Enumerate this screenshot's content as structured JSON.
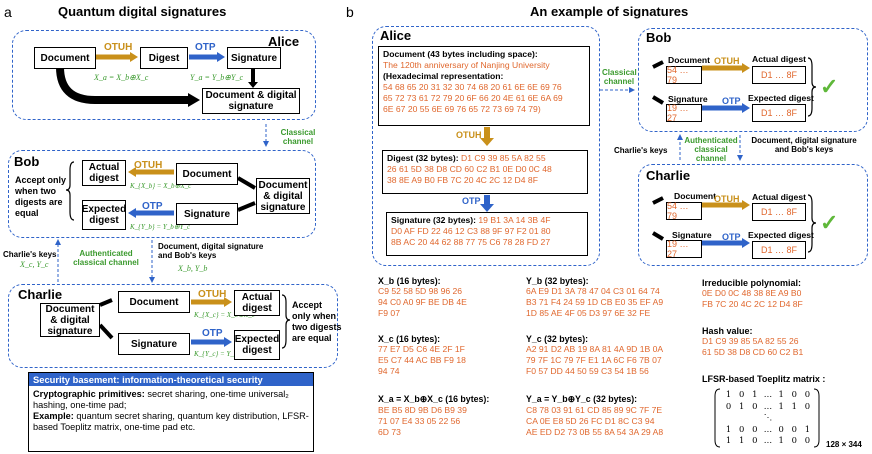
{
  "panel_a": {
    "letter": "a",
    "title": "Quantum digital signatures",
    "alice": {
      "name": "Alice",
      "document": "Document",
      "digest": "Digest",
      "signature": "Signature",
      "doc_sig": "Document & digital signature",
      "otuh": "OTUH",
      "otp": "OTP",
      "eq1": "X_a = X_b⊕X_c",
      "eq2": "Y_a = Y_b⊕Y_c"
    },
    "classical_channel": "Classical channel",
    "bob": {
      "name": "Bob",
      "accept": "Accept only when two digests are equal",
      "actual_digest": "Actual digest",
      "expected_digest": "Expected digest",
      "document": "Document",
      "doc_sig": "Document & digital signature",
      "signature": "Signature",
      "otuh": "OTUH",
      "otp": "OTP",
      "eq1": "K_{X_b} = X_b⊕X_c",
      "eq2": "K_{Y_b} = Y_b⊕Y_c"
    },
    "charlies_keys": "Charlie's keys",
    "charlies_keys_vars": "X_c, Y_c",
    "auth_channel": "Authenticated classical channel",
    "doc_keys": "Document, digital signature and Bob's keys",
    "doc_keys_vars": "X_b, Y_b",
    "charlie": {
      "name": "Charlie",
      "doc_sig": "Document & digital signature",
      "document": "Document",
      "signature": "Signature",
      "actual_digest": "Actual digest",
      "expected_digest": "Expected digest",
      "accept": "Accept only when two digests are equal",
      "otuh": "OTUH",
      "otp": "OTP",
      "eq1": "K_{X_c} = X_b⊕X_c",
      "eq2": "K_{Y_c} = Y_b⊕Y_c"
    },
    "security": {
      "header": "Security basement: information-theoretical security",
      "crypto_label": "Cryptographic primitives:",
      "crypto_text": "secret sharing, one-time universal₂ hashing, one-time pad;",
      "example_label": "Example:",
      "example_text": "quantum secret sharing, quantum key distribution, LFSR-based Toeplitz matrix, one-time pad etc."
    }
  },
  "panel_b": {
    "letter": "b",
    "title": "An example of signatures",
    "alice": {
      "name": "Alice",
      "doc_label": "Document (43 bytes including space):",
      "doc_text": "The 120th anniversary of Nanjing University",
      "hex_label": "(Hexadecimal representation:",
      "hex_lines": [
        "54 68 65 20 31 32 30 74 68 20 61 6E 6E 69 76",
        "65 72 73 61 72 79 20 6F 66 20 4E 61 6E 6A 69",
        "6E 67 20 55 6E 69 76 65 72 73 69 74 79)"
      ],
      "otuh": "OTUH",
      "digest_label": "Digest (32 bytes):",
      "digest_lines": [
        "D1 C9 39 85 5A 82 55",
        "26 61 5D 38 D8 CD 60 C2 B1 0E D0 0C 48",
        "38 8E A9 B0 FB 7C 20 4C 2C 12 D4 8F"
      ],
      "otp": "OTP",
      "sig_label": "Signature (32 bytes):",
      "sig_lines": [
        "19 B1 3A 14 3B 4F",
        "D0 AF FD 22 46 12 C3 88 9F 97 F2 01 80",
        "8B AC 20 44 62 88 77 75 C6 78 28 FD 27"
      ]
    },
    "classical_channel": "Classical channel",
    "bob": {
      "name": "Bob",
      "document": "Document",
      "doc_val": "54 … 79",
      "otuh": "OTUH",
      "actual_digest": "Actual digest",
      "actual_val": "D1 … 8F",
      "signature": "Signature",
      "sig_val": "19 … 27",
      "otp": "OTP",
      "expected_digest": "Expected digest",
      "expected_val": "D1 … 8F"
    },
    "charlies_keys": "Charlie's keys",
    "auth_channel": "Authenticated classical channel",
    "doc_keys": "Document, digital signature and Bob's keys",
    "charlie": {
      "name": "Charlie",
      "document": "Document",
      "doc_val": "54 … 79",
      "otuh": "OTUH",
      "actual_digest": "Actual digest",
      "actual_val": "D1 … 8F",
      "signature": "Signature",
      "sig_val": "19 … 27",
      "otp": "OTP",
      "expected_digest": "Expected digest",
      "expected_val": "D1 … 8F"
    },
    "keys": {
      "xb_label": "X_b (16 bytes):",
      "xb_lines": [
        "C9 52 58 5D 98 96 26",
        "94 C0 A0 9F BE DB 4E",
        "F9 07"
      ],
      "yb_label": "Y_b (32 bytes):",
      "yb_lines": [
        "6A E9 D1 3A 78 47 04 C3 01 64 74",
        "B3 71 F4 24 59 1D CB E0 35 EF A9",
        "1D 85 AE 4F 05 D3 97 6E 32 FE"
      ],
      "xc_label": "X_c (16 bytes):",
      "xc_lines": [
        "77 E7 D5 C6 4E 2F 1F",
        "E5 C7 44 AC BB F9 18",
        "94 74"
      ],
      "yc_label": "Y_c (32 bytes):",
      "yc_lines": [
        "A2 91 D2 AB 19 8A 81 4A 9D 1B 0A",
        "79 7F 1C 79 7F E1 1A 6C F6 7B 07",
        "F0 57 DD 44 50 59 C3 54 1B 56"
      ],
      "xa_label": "X_a = X_b⊕X_c (16 bytes):",
      "xa_lines": [
        "BE B5 8D 9B D6 B9 39",
        "71 07 E4 33 05 22 56",
        "6D 73"
      ],
      "ya_label": "Y_a = Y_b⊕Y_c (32 bytes):",
      "ya_lines": [
        "C8 78 03 91 61 CD 85 89 9C 7F 7E",
        "CA 0E E8 5D 26 FC D1 8C C3 94",
        "AE ED D2 73 0B 55 8A 54 3A 29 A8"
      ]
    },
    "poly": {
      "label": "Irreducible polynomial:",
      "lines": [
        "0E D0 0C 48 38 8E A9 B0",
        "FB 7C 20 4C 2C 12 D4 8F"
      ]
    },
    "hash": {
      "label": "Hash value:",
      "lines": [
        "D1 C9 39 85 5A 82 55 26",
        "61 5D 38 D8 CD 60 C2 B1"
      ]
    },
    "toeplitz": {
      "label": "LFSR-based Toeplitz matrix :",
      "rows": [
        [
          "1",
          "0",
          "1",
          "…",
          "1",
          "0",
          "0"
        ],
        [
          "0",
          "1",
          "0",
          "…",
          "1",
          "1",
          "0"
        ],
        [
          "",
          "",
          "",
          "⋱",
          "",
          "",
          ""
        ],
        [
          "1",
          "0",
          "0",
          "…",
          "0",
          "0",
          "1"
        ],
        [
          "1",
          "1",
          "0",
          "…",
          "1",
          "0",
          "0"
        ]
      ],
      "size": "128 × 344"
    }
  },
  "colors": {
    "orange": "#e0672d",
    "blue": "#2f63c9",
    "green": "#3b9a2e",
    "gold": "#c9901a"
  }
}
